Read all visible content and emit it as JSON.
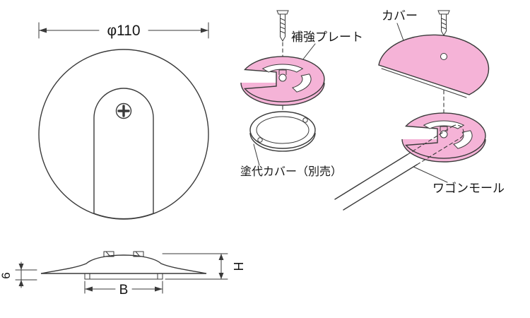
{
  "colors": {
    "background": "#ffffff",
    "line": "#3a3a3a",
    "part_fill": "#f5b3d7"
  },
  "front_view": {
    "diameter_label": "φ110"
  },
  "side_view": {
    "edge_height_label": "6",
    "base_width_label": "B",
    "total_height_label": "H"
  },
  "exploded_left": {
    "plate_label": "補強プレート",
    "ring_label": "塗代カバー（別売）"
  },
  "exploded_right": {
    "cover_label": "カバー",
    "molding_label": "ワゴンモール"
  }
}
